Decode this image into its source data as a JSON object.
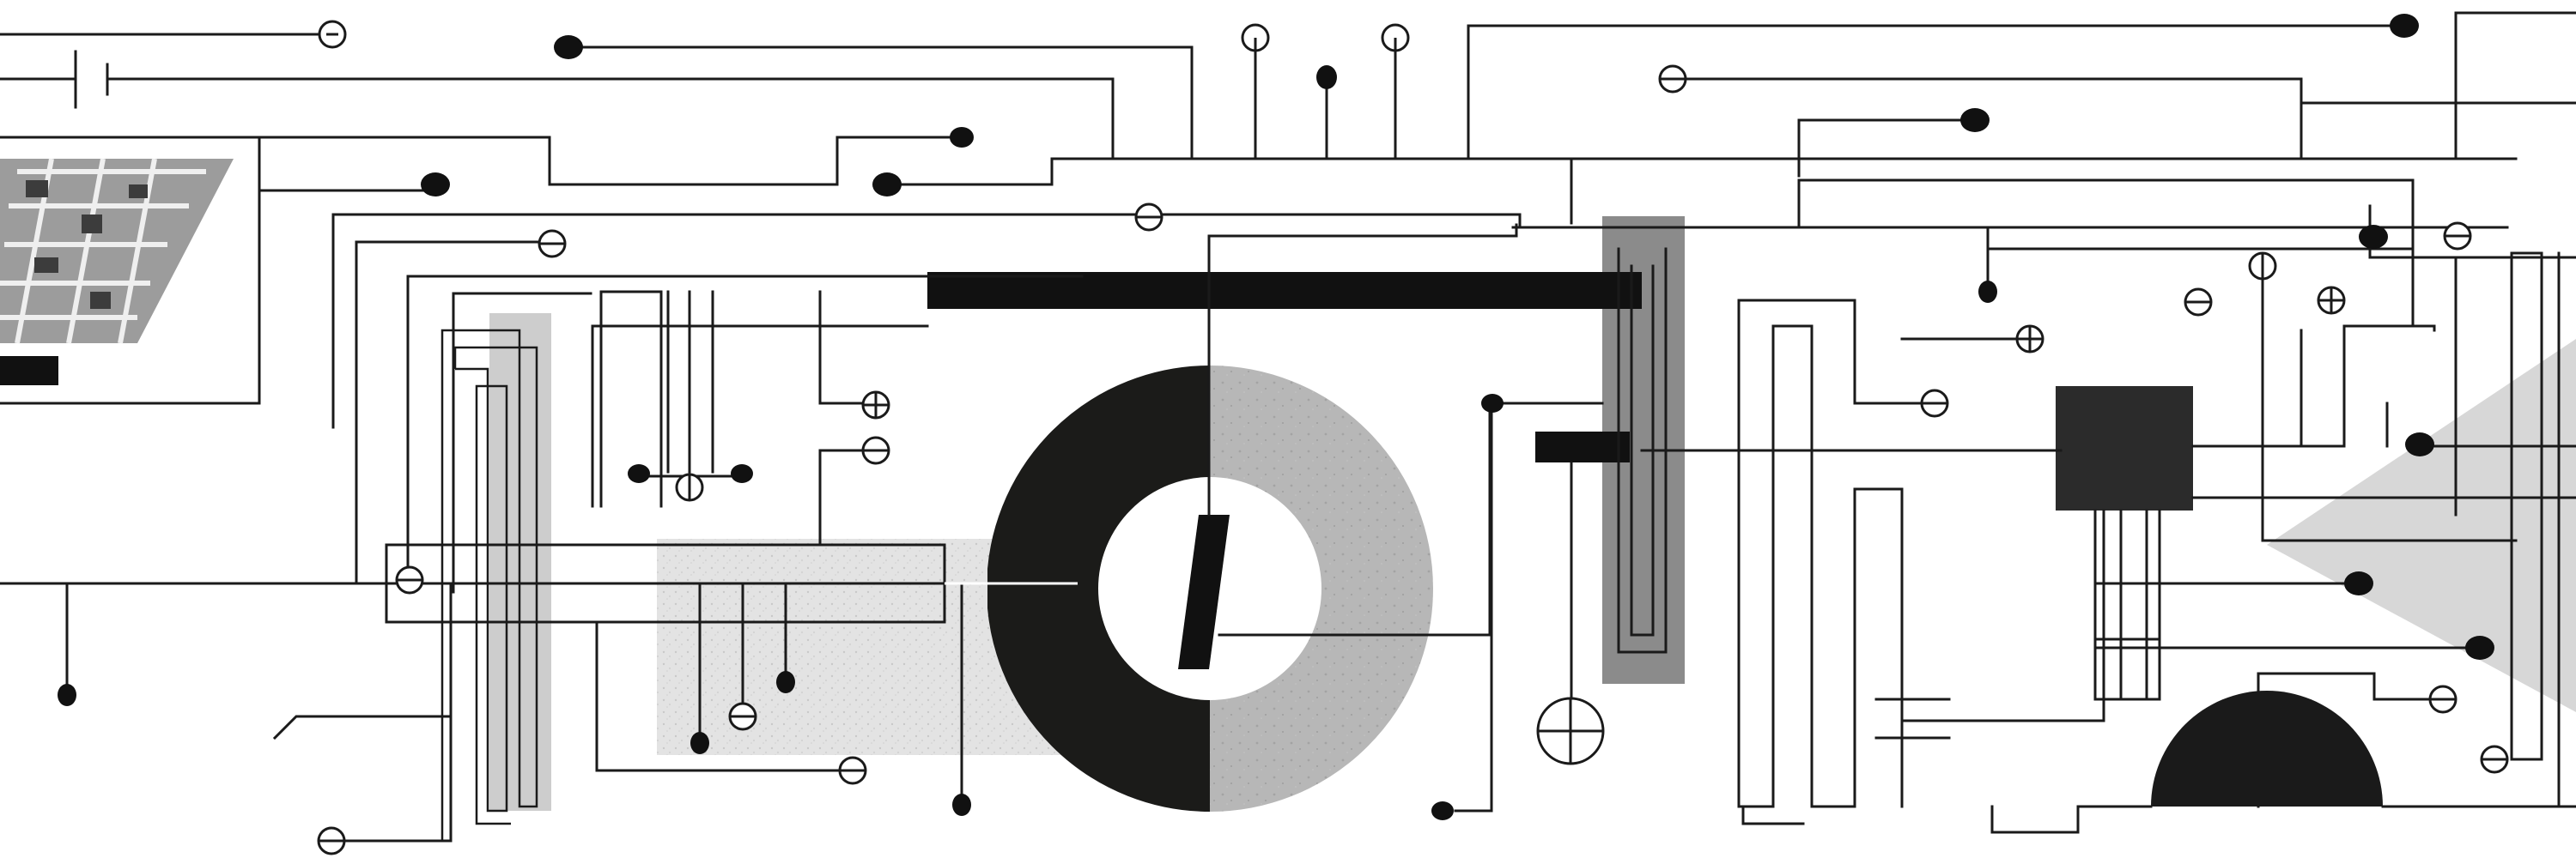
{
  "artwork": {
    "colors": {
      "background": "#ffffff",
      "line": "#1a1a1a",
      "black": "#161616",
      "dark_square": "#2b2b2b",
      "mid_gray": "#8a8a8a",
      "light_gray": "#cfcfcf",
      "texture_gray": "#e2e2e2",
      "concrete_gray": "#b9b9b9"
    },
    "shapes": [
      "circuit-lines",
      "split-ring",
      "slash-bar",
      "long-black-bar",
      "gray-vertical-panel",
      "dark-square",
      "black-semicircle",
      "gray-triangle",
      "building-photo"
    ]
  }
}
